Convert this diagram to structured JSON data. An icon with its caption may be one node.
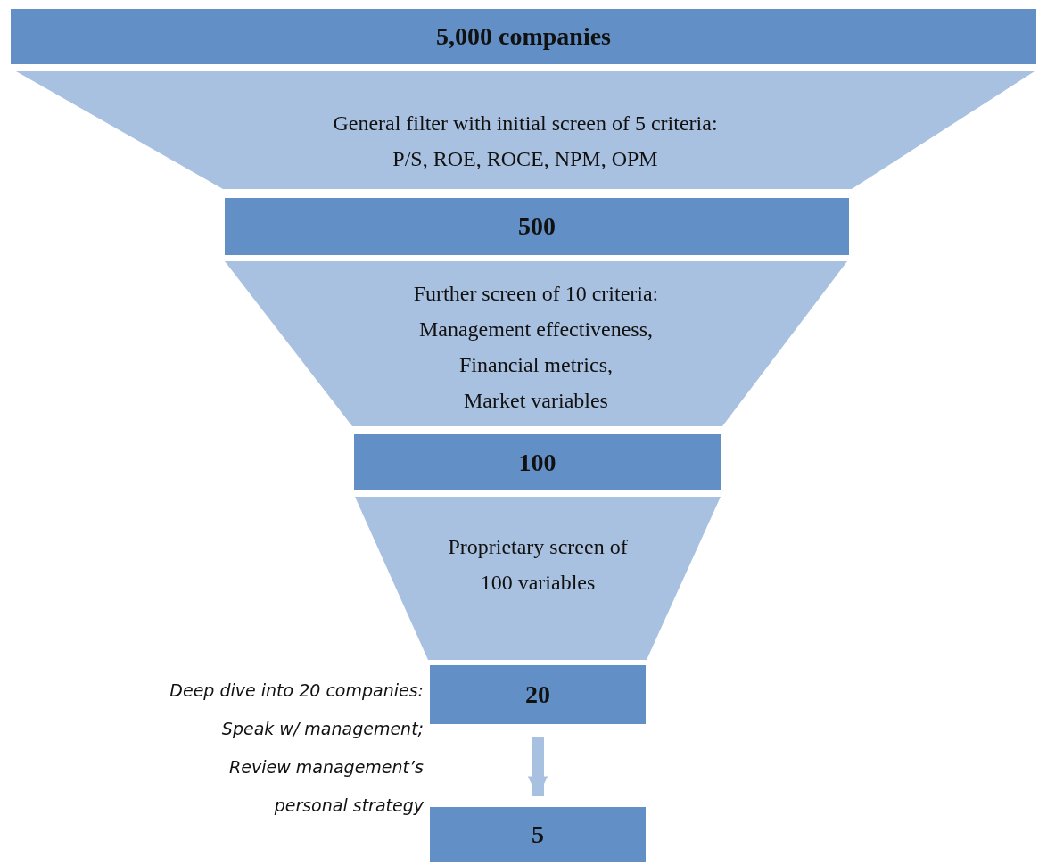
{
  "diagram": {
    "nodes": [
      {
        "text": [
          "5,000 companies"
        ]
      },
      {
        "text": [
          "General filter with initial screen of 5 criteria:",
          "P/S, ROE, ROCE, NPM, OPM"
        ]
      },
      {
        "text": [
          "500"
        ]
      },
      {
        "text": [
          "Further screen of 10 criteria:",
          "Management effectiveness,",
          "Financial metrics,",
          "Market variables"
        ]
      },
      {
        "text": [
          "100"
        ]
      },
      {
        "text": [
          "Proprietary screen of 100 variables"
        ]
      },
      {
        "text": [
          "20"
        ]
      },
      {
        "text": [
          "5"
        ]
      }
    ],
    "edges": [
      {
        "from": 6,
        "to": 7,
        "arrow": "to"
      }
    ],
    "labels": [
      "Deep dive into 20 companies:",
      "Speak w/ management;",
      "Review management’s",
      "personal strategy"
    ]
  }
}
